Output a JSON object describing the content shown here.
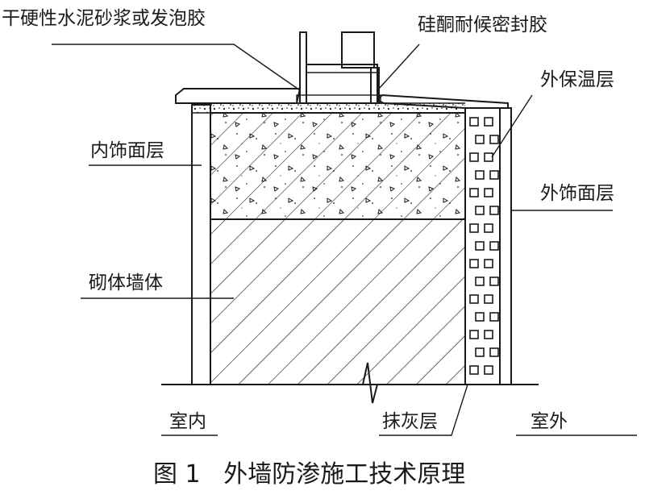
{
  "labels": {
    "mortar_or_foam": "干硬性水泥砂浆或发泡胶",
    "silicone_sealant": "硅酮耐候密封胶",
    "insulation_layer": "外保温层",
    "interior_finish": "内饰面层",
    "exterior_finish": "外饰面层",
    "masonry_wall": "砌体墙体",
    "indoor": "室内",
    "outdoor": "室外",
    "plaster_layer": "抹灰层"
  },
  "caption": "图 1   外墙防渗施工技术原理"
}
